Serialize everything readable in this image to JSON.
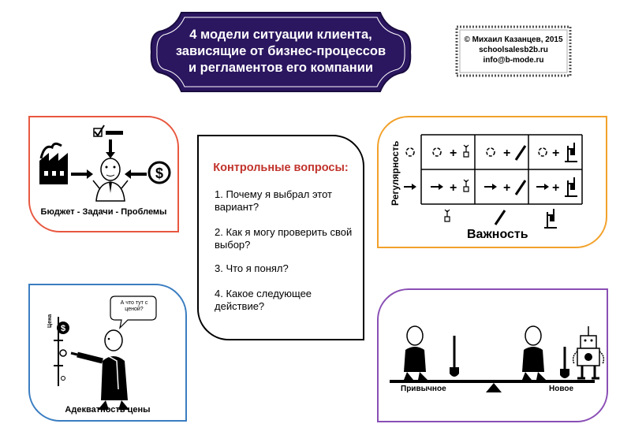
{
  "title": {
    "line1": "4 модели ситуации клиента,",
    "line2": "зависящие от бизнес-процессов",
    "line3": "и регламентов его компании"
  },
  "credits": {
    "author": "© Михаил Казанцев, 2015",
    "site": "schoolsalesb2b.ru",
    "email": "info@b-mode.ru"
  },
  "budget_card": {
    "caption": "Бюджет - Задачи - Проблемы"
  },
  "price_card": {
    "caption": "Адекватность цены",
    "bubble": "А что тут с ценой?",
    "axis_label": "Цена"
  },
  "questions": {
    "title": "Контрольные вопросы:",
    "items": [
      "1. Почему я выбрал этот вариант?",
      "2. Как я могу проверить свой выбор?",
      "3. Что я понял?",
      "4. Какое следующее действие?"
    ]
  },
  "matrix_card": {
    "y_label": "Регулярность",
    "x_label": "Важность"
  },
  "scale_card": {
    "left_label": "Привычное",
    "right_label": "Новое"
  },
  "colors": {
    "banner": "#2b1660",
    "budget_border": "#e8573f",
    "price_border": "#3a7dc1",
    "matrix_border": "#f2a12a",
    "scale_border": "#8a4fb5",
    "questions_title": "#c1332b"
  }
}
